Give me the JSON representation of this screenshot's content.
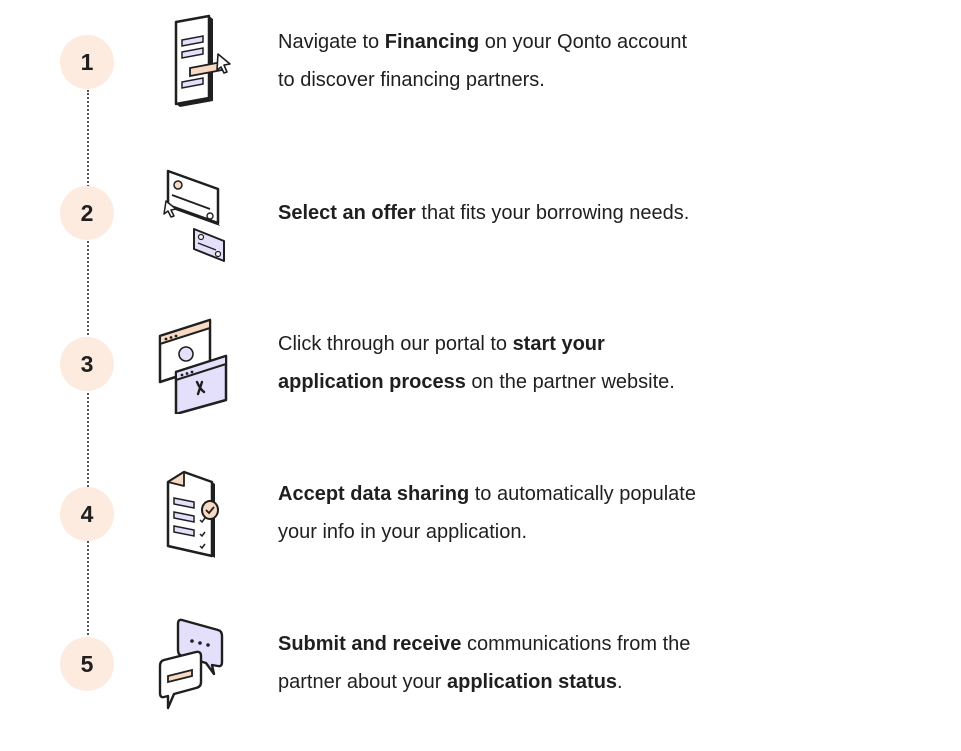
{
  "colors": {
    "circle_bg": "#fdebe0",
    "accent_peach": "#f7d9c4",
    "accent_lavender": "#e4e0fb",
    "ink": "#1f1f1f"
  },
  "steps": [
    {
      "number": "1",
      "icon": "form-cursor-icon",
      "lines": [
        [
          {
            "t": "Navigate to ",
            "b": false
          },
          {
            "t": "Financing",
            "b": true
          },
          {
            "t": " on your Qonto account",
            "b": false
          }
        ],
        [
          {
            "t": "to discover financing partners.",
            "b": false
          }
        ]
      ]
    },
    {
      "number": "2",
      "icon": "offer-cards-icon",
      "lines": [
        [
          {
            "t": "Select an offer",
            "b": true
          },
          {
            "t": " that fits your borrowing needs.",
            "b": false
          }
        ]
      ]
    },
    {
      "number": "3",
      "icon": "portal-windows-icon",
      "lines": [
        [
          {
            "t": "Click through our portal to ",
            "b": false
          },
          {
            "t": "start your",
            "b": true
          }
        ],
        [
          {
            "t": "application process",
            "b": true
          },
          {
            "t": " on the partner website.",
            "b": false
          }
        ]
      ]
    },
    {
      "number": "4",
      "icon": "checklist-document-icon",
      "lines": [
        [
          {
            "t": "Accept data sharing",
            "b": true
          },
          {
            "t": " to automatically populate",
            "b": false
          }
        ],
        [
          {
            "t": "your info in your application.",
            "b": false
          }
        ]
      ]
    },
    {
      "number": "5",
      "icon": "chat-bubbles-icon",
      "lines": [
        [
          {
            "t": "Submit and receive",
            "b": true
          },
          {
            "t": " communications from the",
            "b": false
          }
        ],
        [
          {
            "t": "partner about your ",
            "b": false
          },
          {
            "t": "application status",
            "b": true
          },
          {
            "t": ".",
            "b": false
          }
        ]
      ]
    }
  ]
}
